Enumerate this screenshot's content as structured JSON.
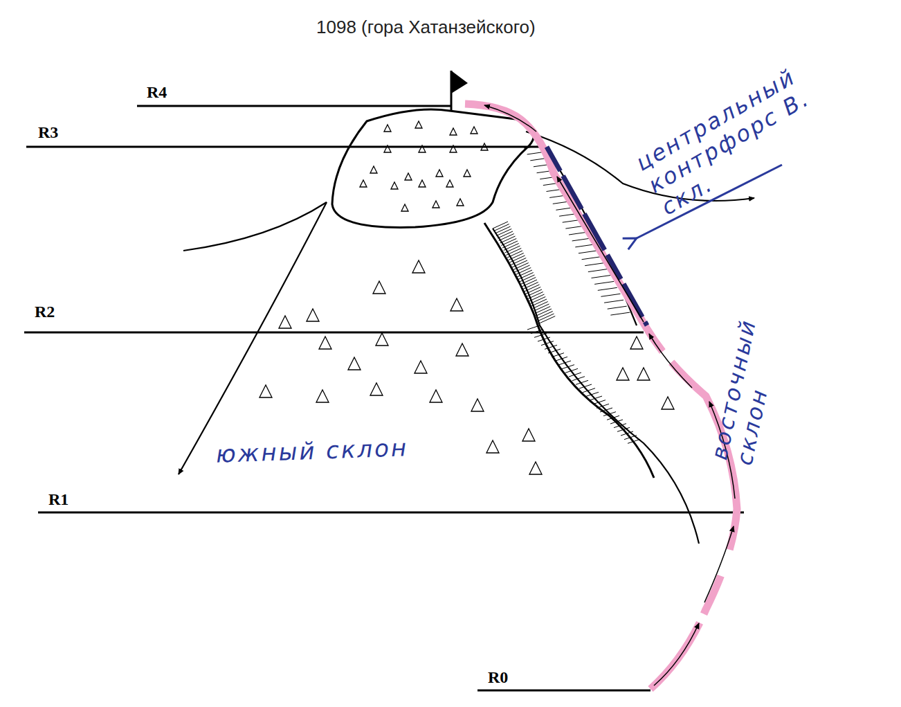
{
  "diagram": {
    "title": "1098 (гора Хатанзейского)",
    "labels": [
      "R4",
      "R3",
      "R2",
      "R1",
      "R0",
      "центральный контрфорс В. скл.",
      "восточный склон",
      "южный склон"
    ]
  }
}
